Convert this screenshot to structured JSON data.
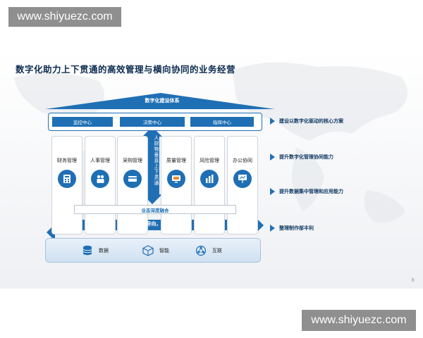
{
  "watermark": {
    "text": "www.shiyuezc.com"
  },
  "slide": {
    "title": "数字化助力上下贯通的高效管理与横向协同的业务经营",
    "page_number": "6",
    "roof_label": "数字化建设体系",
    "centers": [
      "监控中心",
      "决策中心",
      "指挥中心"
    ],
    "pillars": [
      {
        "label": "财务管理",
        "icon": "calculator-icon"
      },
      {
        "label": "人事管理",
        "icon": "people-icon"
      },
      {
        "label": "采购管理",
        "icon": "card-icon"
      },
      {
        "label": "质量管理",
        "icon": "monitor-icon"
      },
      {
        "label": "风险管理",
        "icon": "chart-bars-icon"
      },
      {
        "label": "办公协同",
        "icon": "presentation-icon"
      }
    ],
    "vertical_label": "人财物垂直上下贯通",
    "fusion_label": "业态深度融合",
    "customer_label": "客户导向，横向协同",
    "base": [
      {
        "label": "数据",
        "icon": "database-icon"
      },
      {
        "label": "智能",
        "icon": "cube-icon"
      },
      {
        "label": "互联",
        "icon": "network-icon"
      }
    ],
    "benefits": [
      "建设以数字化驱动的核心方案",
      "提升数字化管理协同能力",
      "提升数据集中管理和应用能力",
      "整理制作部丰利"
    ],
    "colors": {
      "primary": "#1f6fb5",
      "title": "#0b2b4f"
    }
  }
}
